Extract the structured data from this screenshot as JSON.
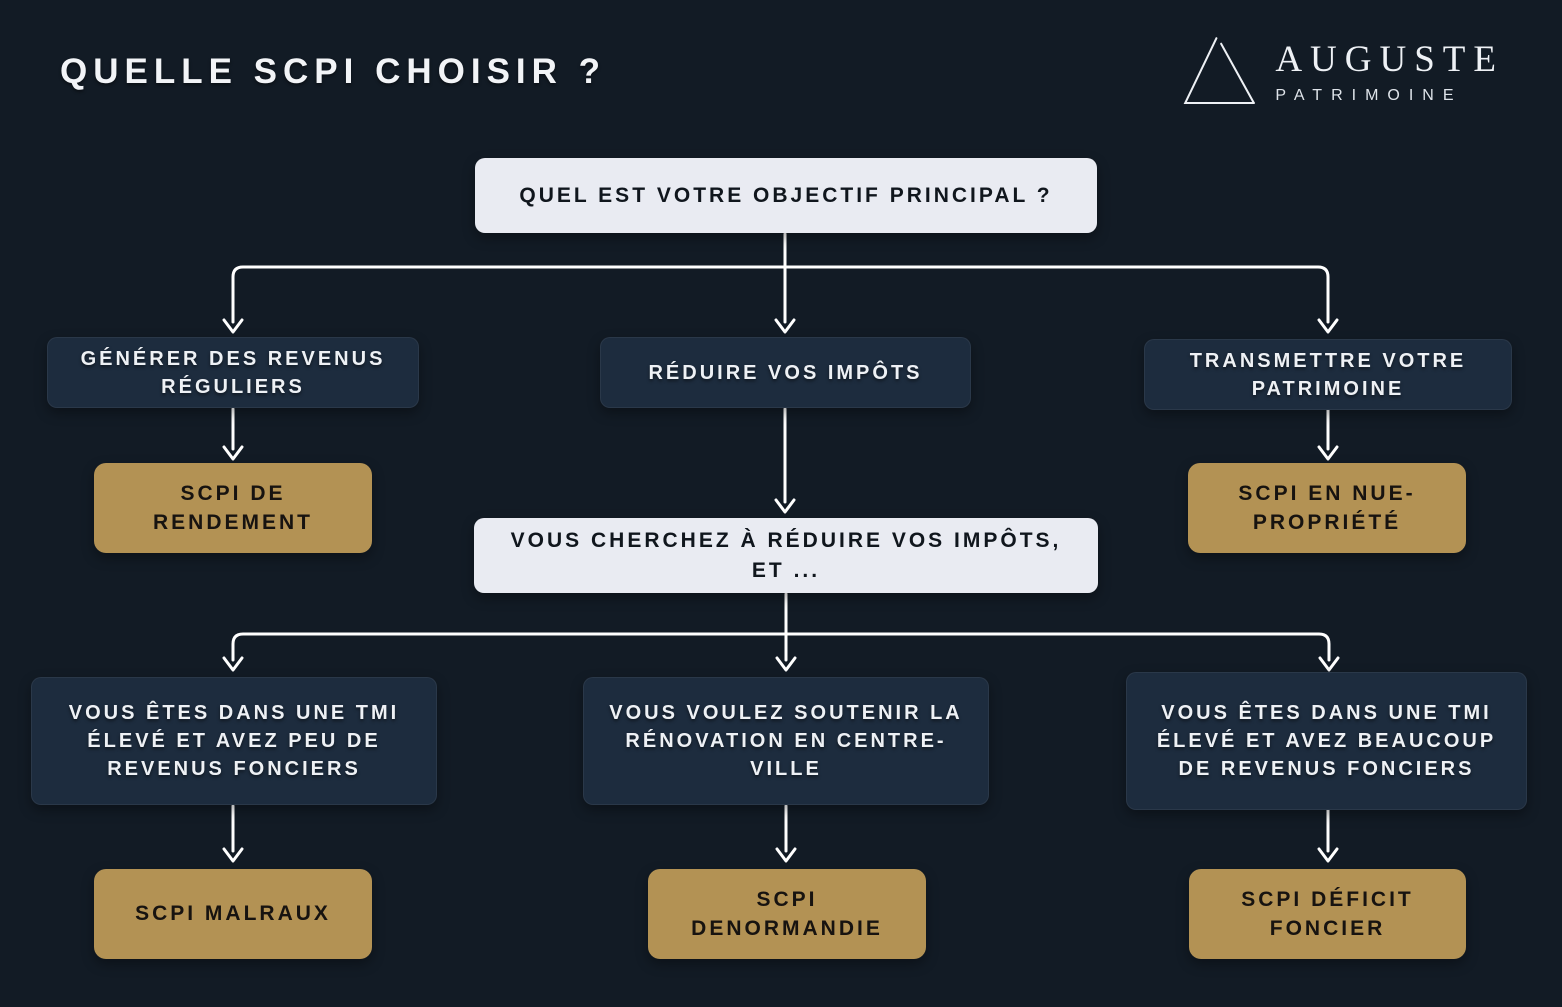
{
  "header": {
    "title": "QUELLE SCPI CHOISIR ?",
    "brand_name": "AUGUSTE",
    "brand_subtitle": "PATRIMOINE"
  },
  "colors": {
    "background": "#121b25",
    "node_dark": "#1d2c3e",
    "node_light": "#e9ebf2",
    "node_gold": "#b39254",
    "connector": "#ffffff"
  },
  "flowchart": {
    "root_question": "QUEL EST VOTRE OBJECTIF PRINCIPAL ?",
    "branches": [
      {
        "label": "GÉNÉRER DES REVENUS RÉGULIERS",
        "result": "SCPI DE RENDEMENT"
      },
      {
        "label": "RÉDUIRE VOS IMPÔTS"
      },
      {
        "label": "TRANSMETTRE VOTRE PATRIMOINE",
        "result": "SCPI EN NUE-PROPRIÉTÉ"
      }
    ],
    "sub_question": "VOUS CHERCHEZ À RÉDUIRE VOS IMPÔTS, ET ...",
    "sub_branches": [
      {
        "label": "VOUS ÊTES DANS UNE TMI ÉLEVÉ ET AVEZ PEU DE REVENUS FONCIERS",
        "result": "SCPI MALRAUX"
      },
      {
        "label": "VOUS VOULEZ SOUTENIR LA RÉNOVATION EN CENTRE-VILLE",
        "result": "SCPI DENORMANDIE"
      },
      {
        "label": "VOUS ÊTES DANS UNE TMI ÉLEVÉ ET AVEZ BEAUCOUP DE REVENUS FONCIERS",
        "result": "SCPI DÉFICIT FONCIER"
      }
    ]
  }
}
